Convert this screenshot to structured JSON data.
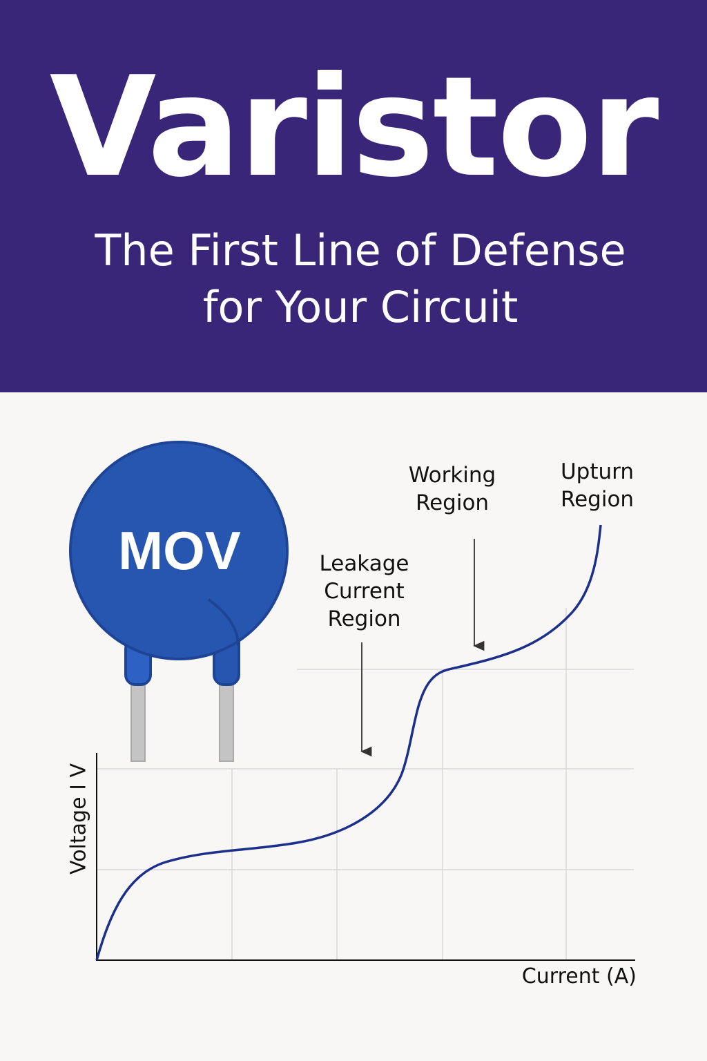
{
  "header": {
    "title": "Varistor",
    "subtitle_line1": "The First Line of Defense",
    "subtitle_line2": "for Your Circuit"
  },
  "component": {
    "label": "MOV"
  },
  "graph": {
    "ylabel": "Voltage I V",
    "xlabel": "Current (A)",
    "annotations": [
      {
        "line1": "Leakage",
        "line2": "Current",
        "line3": "Region"
      },
      {
        "line1": "Working",
        "line2": "Region"
      },
      {
        "line1": "Upturn",
        "line2": "Region"
      }
    ]
  },
  "colors": {
    "header_bg": "#3a2679",
    "mov_blue": "#2756b0",
    "curve": "#1c2f8a"
  }
}
